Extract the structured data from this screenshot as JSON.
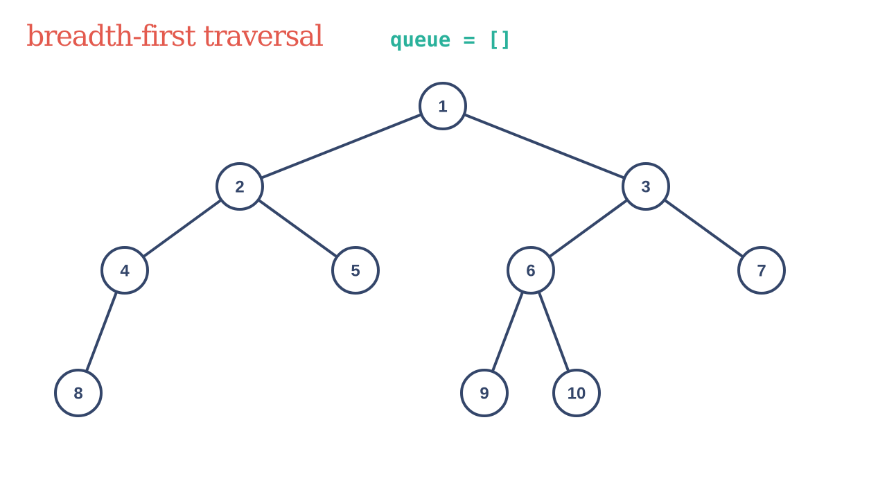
{
  "header": {
    "title": "breadth-first traversal",
    "queue_label": "queue",
    "queue_equals": "=",
    "queue_value": "[]"
  },
  "colors": {
    "title": "#e35a4e",
    "queue": "#2ab19b",
    "node_stroke": "#34466a",
    "node_fill": "#ffffff",
    "node_text": "#34466a",
    "edge": "#34466a"
  },
  "tree": {
    "nodes": [
      {
        "id": "1",
        "label": "1"
      },
      {
        "id": "2",
        "label": "2"
      },
      {
        "id": "3",
        "label": "3"
      },
      {
        "id": "4",
        "label": "4"
      },
      {
        "id": "5",
        "label": "5"
      },
      {
        "id": "6",
        "label": "6"
      },
      {
        "id": "7",
        "label": "7"
      },
      {
        "id": "8",
        "label": "8"
      },
      {
        "id": "9",
        "label": "9"
      },
      {
        "id": "10",
        "label": "10"
      }
    ],
    "edges": [
      {
        "from": "1",
        "to": "2"
      },
      {
        "from": "1",
        "to": "3"
      },
      {
        "from": "2",
        "to": "4"
      },
      {
        "from": "2",
        "to": "5"
      },
      {
        "from": "3",
        "to": "6"
      },
      {
        "from": "3",
        "to": "7"
      },
      {
        "from": "4",
        "to": "8"
      },
      {
        "from": "6",
        "to": "9"
      },
      {
        "from": "6",
        "to": "10"
      }
    ]
  }
}
